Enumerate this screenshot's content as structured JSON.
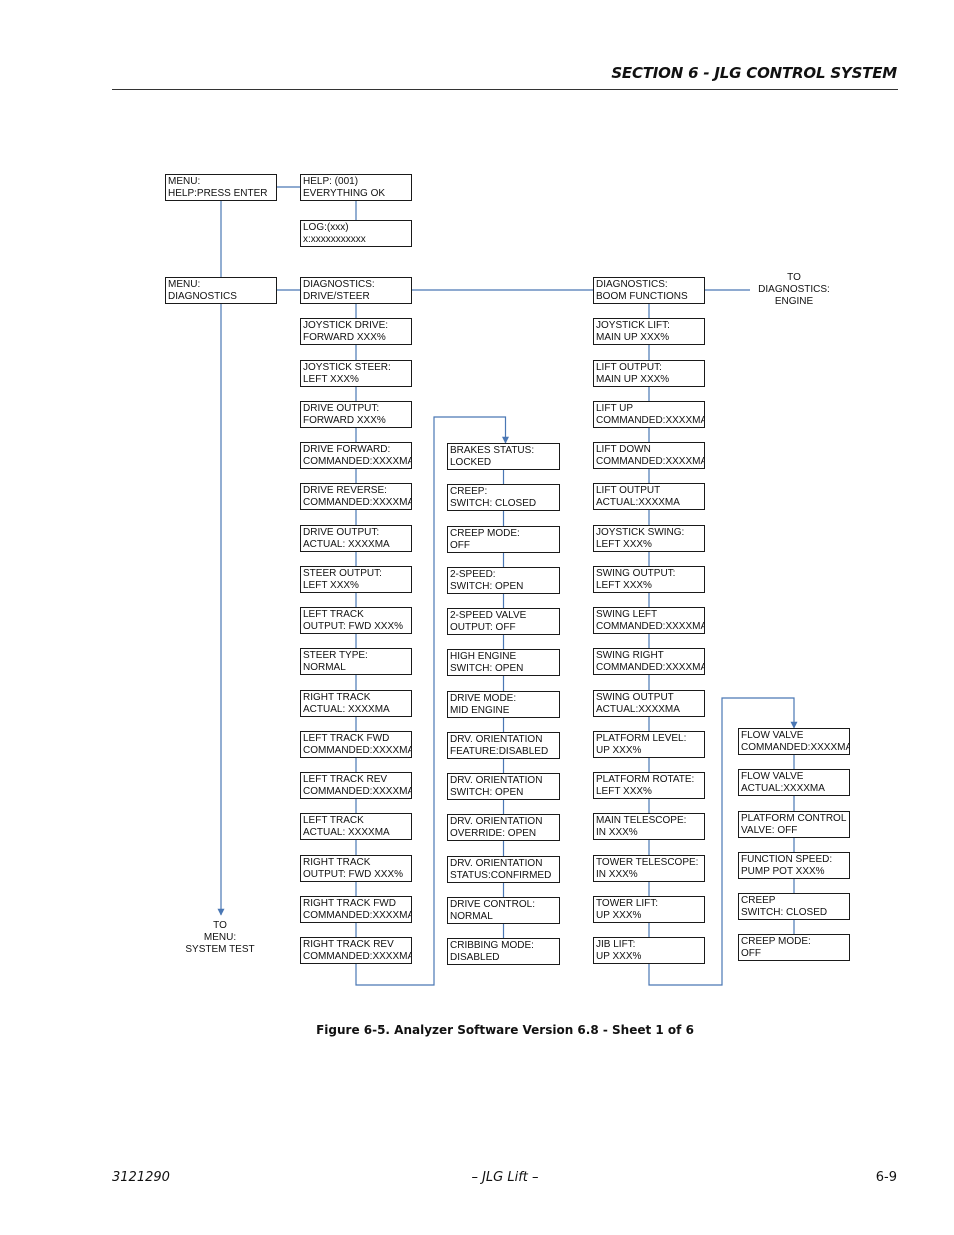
{
  "header": {
    "title": "SECTION 6 - JLG CONTROL SYSTEM"
  },
  "diagram": {
    "col0": [
      [
        "MENU:",
        "HELP:PRESS ENTER"
      ],
      [
        "MENU:",
        "DIAGNOSTICS"
      ]
    ],
    "help": [
      [
        "HELP:       (001)",
        "EVERYTHING OK"
      ],
      [
        "LOG:(xxx)",
        "x:xxxxxxxxxxx"
      ]
    ],
    "col1": [
      [
        "DIAGNOSTICS:",
        "DRIVE/STEER"
      ],
      [
        "JOYSTICK DRIVE:",
        "FORWARD XXX%"
      ],
      [
        "JOYSTICK STEER:",
        "LEFT XXX%"
      ],
      [
        "DRIVE OUTPUT:",
        "FORWARD XXX%"
      ],
      [
        "DRIVE FORWARD:",
        "COMMANDED:XXXXMA"
      ],
      [
        "DRIVE REVERSE:",
        "COMMANDED:XXXXMA"
      ],
      [
        "DRIVE OUTPUT:",
        "ACTUAL: XXXXMA"
      ],
      [
        "STEER OUTPUT:",
        "LEFT XXX%"
      ],
      [
        "LEFT TRACK",
        "OUTPUT: FWD XXX%"
      ],
      [
        "STEER TYPE:",
        "NORMAL"
      ],
      [
        "RIGHT TRACK",
        "ACTUAL: XXXXMA"
      ],
      [
        "LEFT TRACK FWD",
        "COMMANDED:XXXXMA"
      ],
      [
        "LEFT TRACK REV",
        "COMMANDED:XXXXMA"
      ],
      [
        "LEFT TRACK",
        "ACTUAL: XXXXMA"
      ],
      [
        "RIGHT TRACK",
        "OUTPUT: FWD XXX%"
      ],
      [
        "RIGHT TRACK FWD",
        "COMMANDED:XXXXMA"
      ],
      [
        "RIGHT TRACK REV",
        "COMMANDED:XXXXMA"
      ]
    ],
    "col2": [
      [
        "BRAKES STATUS:",
        "LOCKED"
      ],
      [
        "CREEP:",
        "SWITCH: CLOSED"
      ],
      [
        "CREEP MODE:",
        "OFF"
      ],
      [
        "2-SPEED:",
        "SWITCH: OPEN"
      ],
      [
        "2-SPEED VALVE",
        "OUTPUT: OFF"
      ],
      [
        "HIGH ENGINE",
        "SWITCH: OPEN"
      ],
      [
        "DRIVE MODE:",
        "MID ENGINE"
      ],
      [
        "DRV. ORIENTATION",
        "FEATURE:DISABLED"
      ],
      [
        "DRV. ORIENTATION",
        "SWITCH: OPEN"
      ],
      [
        "DRV. ORIENTATION",
        "OVERRIDE: OPEN"
      ],
      [
        "DRV. ORIENTATION",
        "STATUS:CONFIRMED"
      ],
      [
        "DRIVE CONTROL:",
        "NORMAL"
      ],
      [
        "CRIBBING MODE:",
        "DISABLED"
      ]
    ],
    "col3": [
      [
        "DIAGNOSTICS:",
        "BOOM FUNCTIONS"
      ],
      [
        "JOYSTICK LIFT:",
        "MAIN UP XXX%"
      ],
      [
        "LIFT OUTPUT:",
        "MAIN UP XXX%"
      ],
      [
        "LIFT UP",
        "COMMANDED:XXXXMA"
      ],
      [
        "LIFT DOWN",
        "COMMANDED:XXXXMA"
      ],
      [
        "LIFT OUTPUT",
        "ACTUAL:XXXXMA"
      ],
      [
        "JOYSTICK SWING:",
        "LEFT XXX%"
      ],
      [
        "SWING OUTPUT:",
        "LEFT XXX%"
      ],
      [
        "SWING LEFT",
        "COMMANDED:XXXXMA"
      ],
      [
        "SWING RIGHT",
        "COMMANDED:XXXXMA"
      ],
      [
        "SWING OUTPUT",
        "ACTUAL:XXXXMA"
      ],
      [
        "PLATFORM LEVEL:",
        "UP XXX%"
      ],
      [
        "PLATFORM ROTATE:",
        "LEFT XXX%"
      ],
      [
        "MAIN TELESCOPE:",
        "IN XXX%"
      ],
      [
        "TOWER TELESCOPE:",
        "IN XXX%"
      ],
      [
        "TOWER LIFT:",
        "UP XXX%"
      ],
      [
        "JIB LIFT:",
        "UP XXX%"
      ]
    ],
    "col4": [
      [
        "FLOW VALVE",
        "COMMANDED:XXXXMA"
      ],
      [
        "FLOW VALVE",
        "ACTUAL:XXXXMA"
      ],
      [
        "PLATFORM CONTROL",
        "VALVE: OFF"
      ],
      [
        "FUNCTION SPEED:",
        "PUMP POT XXX%"
      ],
      [
        "CREEP",
        "SWITCH: CLOSED"
      ],
      [
        "CREEP MODE:",
        "OFF"
      ]
    ],
    "notes": {
      "to_engine": [
        "TO",
        "DIAGNOSTICS:",
        "ENGINE"
      ],
      "to_system_test": [
        "TO",
        "MENU:",
        "SYSTEM TEST"
      ]
    },
    "line_color": "#4a77b4"
  },
  "caption": "Figure 6-5.  Analyzer Software Version 6.8 - Sheet 1 of 6",
  "footer": {
    "doc_number": "3121290",
    "center": "– JLG Lift –",
    "page": "6-9"
  }
}
